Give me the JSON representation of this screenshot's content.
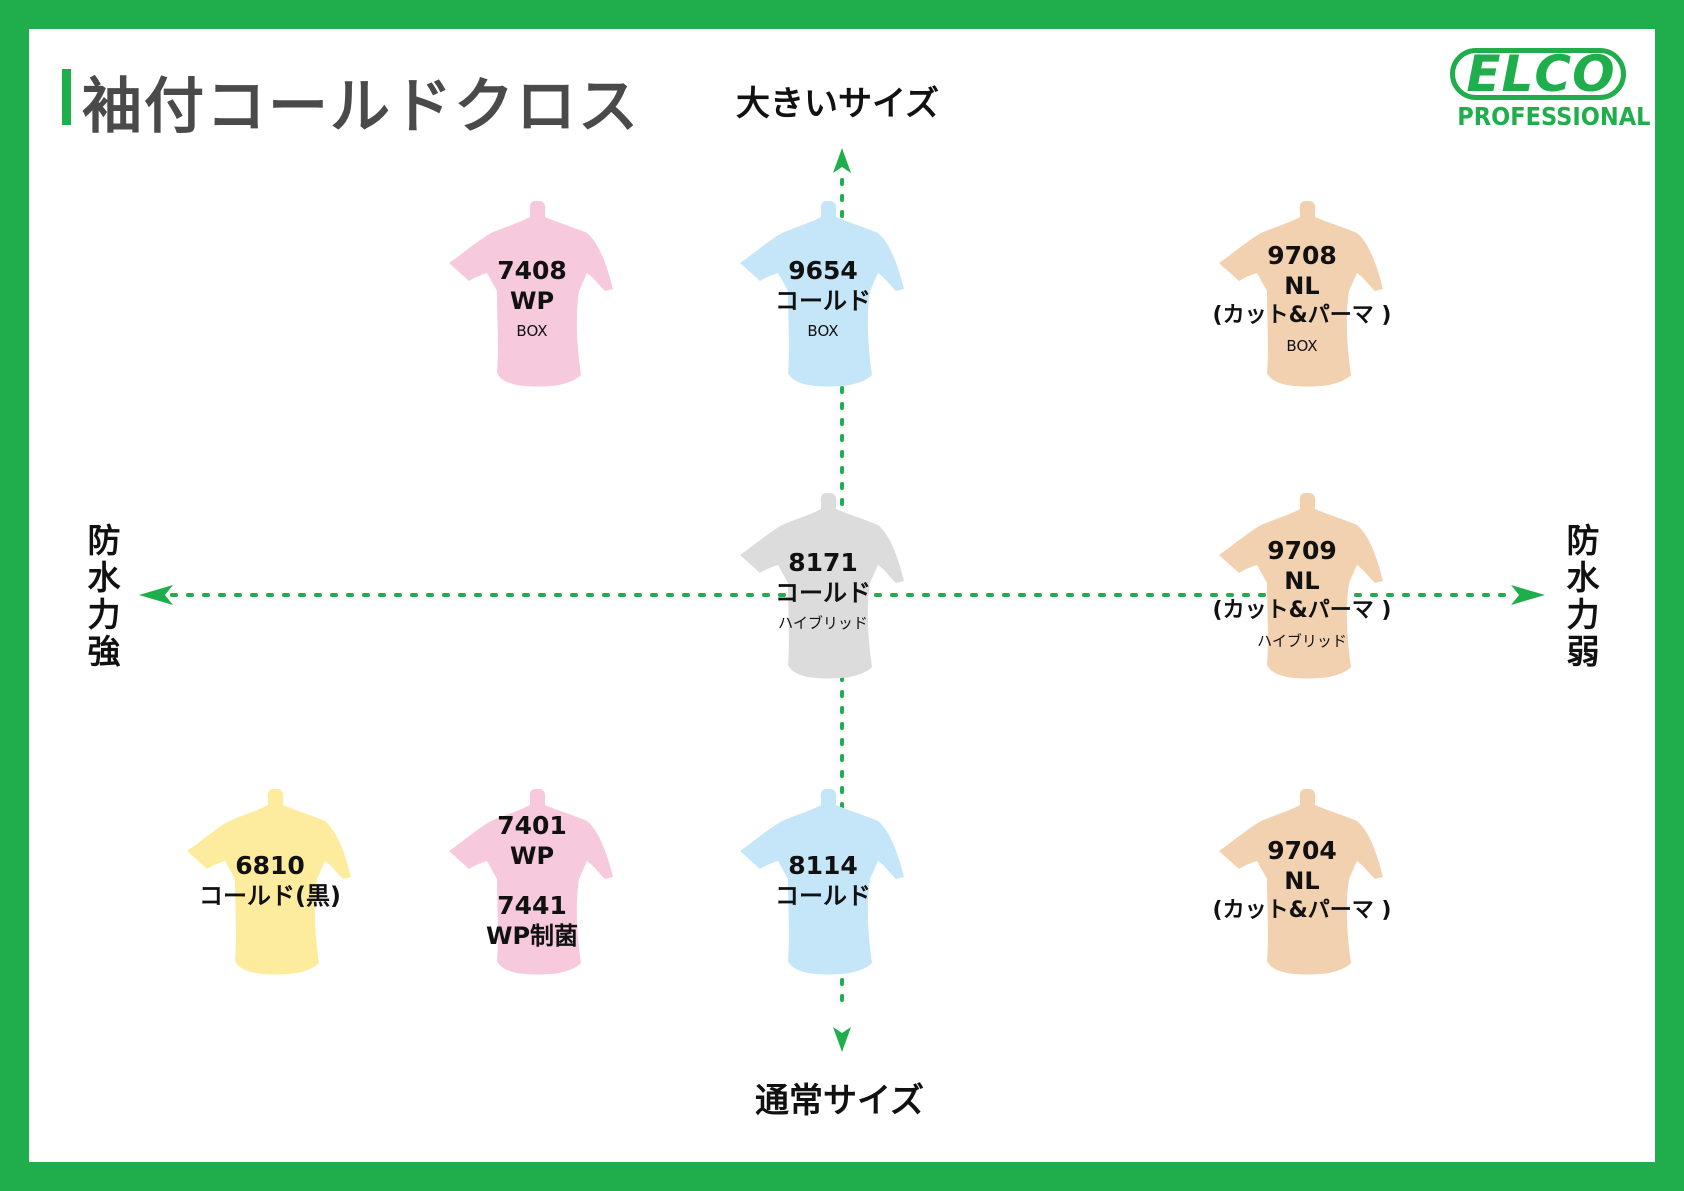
{
  "title": "袖付コールドクロス",
  "logo": {
    "name": "ELCO",
    "sub": "PROFESSIONAL"
  },
  "colors": {
    "frame": "#1fae4b",
    "arrow": "#1fae4b",
    "pink": "#f6c9dc",
    "blue": "#c4e6f8",
    "peach": "#f2d1b0",
    "gray": "#dcdcdc",
    "yellow": "#fdec9d"
  },
  "axes": {
    "top": "大きいサイズ",
    "bottom": "通常サイズ",
    "left": "防水力強",
    "right": "防水力弱"
  },
  "items": [
    {
      "id": "7408",
      "color": "pink",
      "lines": [
        "7408",
        "WP",
        "BOX"
      ]
    },
    {
      "id": "9654",
      "color": "blue",
      "lines": [
        "9654",
        "コールド",
        "BOX"
      ]
    },
    {
      "id": "9708",
      "color": "peach",
      "lines": [
        "9708",
        "NL",
        "(カット&パーマ )",
        "BOX"
      ]
    },
    {
      "id": "8171",
      "color": "gray",
      "lines": [
        "8171",
        "コールド",
        "ハイブリッド"
      ]
    },
    {
      "id": "9709",
      "color": "peach",
      "lines": [
        "9709",
        "NL",
        "(カット&パーマ )",
        "ハイブリッド"
      ]
    },
    {
      "id": "6810",
      "color": "yellow",
      "lines": [
        "6810",
        "コールド(黒)"
      ]
    },
    {
      "id": "7401",
      "color": "pink",
      "lines": [
        "7401",
        "WP",
        "",
        "7441",
        "WP制菌"
      ]
    },
    {
      "id": "8114",
      "color": "blue",
      "lines": [
        "8114",
        "コールド"
      ]
    },
    {
      "id": "9704",
      "color": "peach",
      "lines": [
        "9704",
        "NL",
        "(カット&パーマ )"
      ]
    }
  ]
}
